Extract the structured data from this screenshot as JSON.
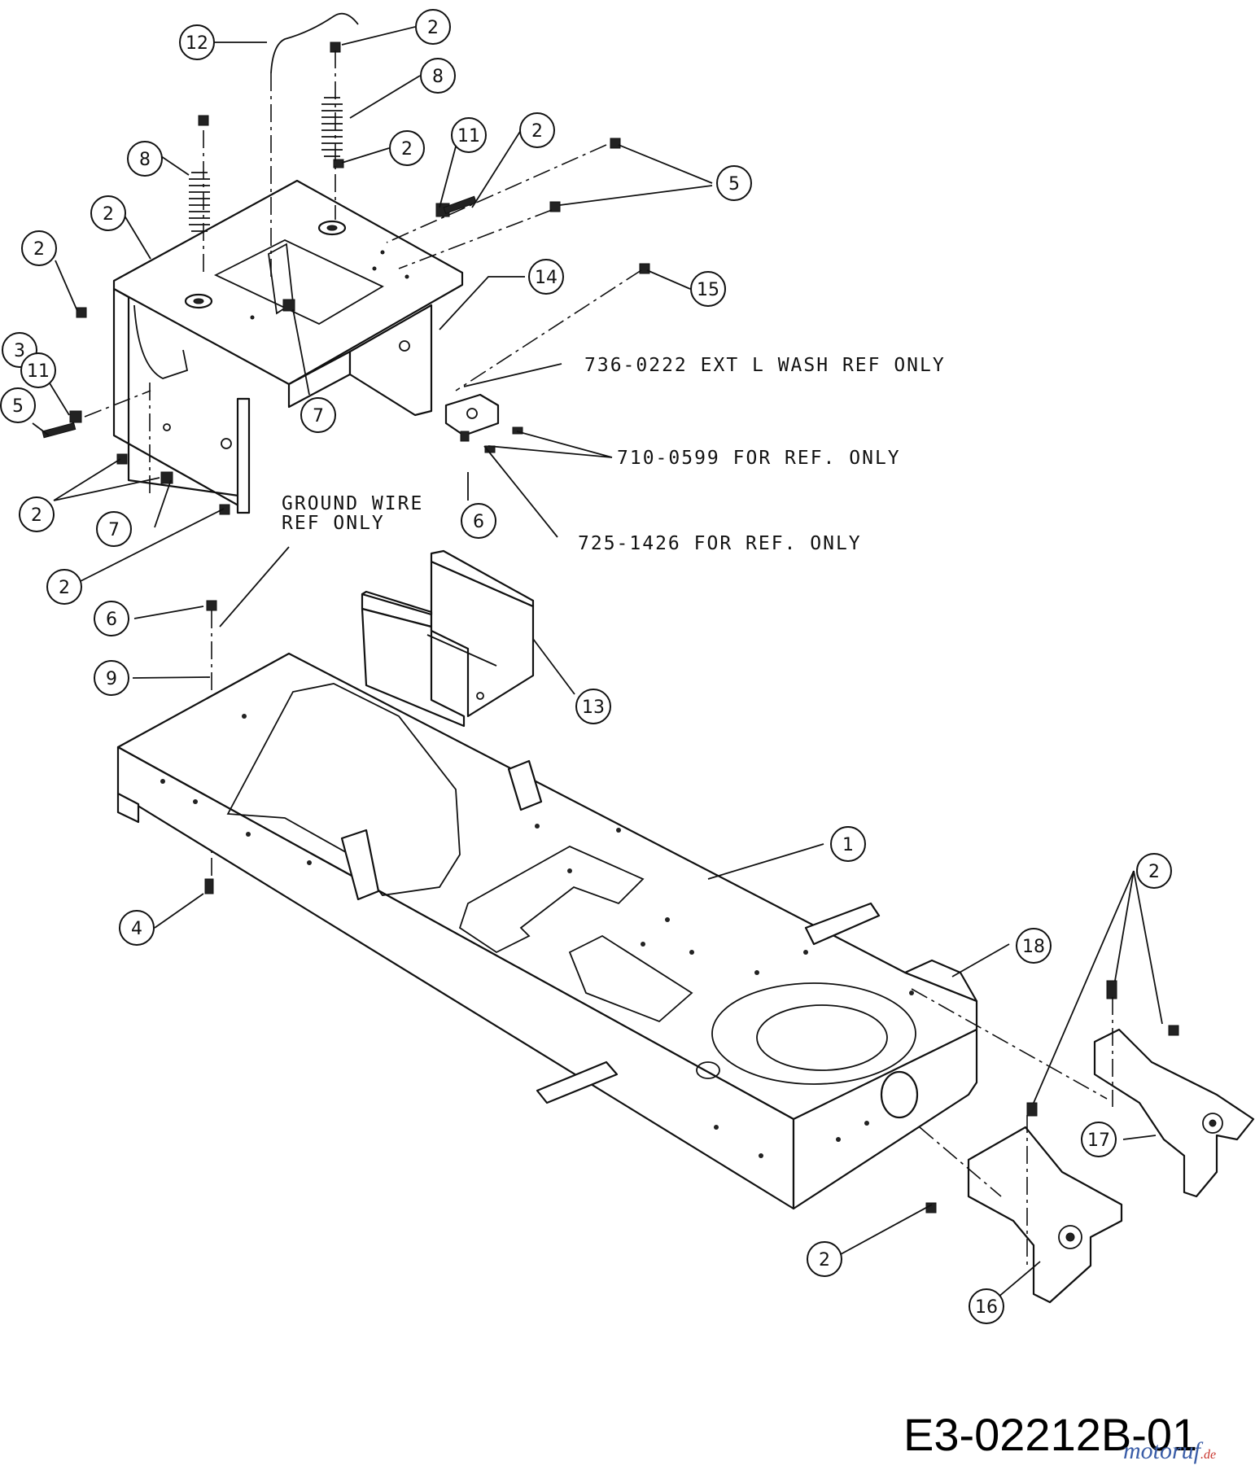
{
  "diagram_code": "E3-02212B-01",
  "watermark": {
    "brand": "motoruf",
    "suffix": ".de",
    "color_brand": "#3b5ea8",
    "color_accent": "#c8332b"
  },
  "notes": {
    "wash": "736-0222 EXT L WASH REF ONLY",
    "part_710": "710-0599    FOR REF. ONLY",
    "part_725": "725-1426  FOR REF. ONLY",
    "ground_line1": "GROUND WIRE",
    "ground_line2": "REF ONLY"
  },
  "callouts": [
    {
      "label": "12"
    },
    {
      "label": "2"
    },
    {
      "label": "8"
    },
    {
      "label": "2"
    },
    {
      "label": "8"
    },
    {
      "label": "2"
    },
    {
      "label": "11"
    },
    {
      "label": "5"
    },
    {
      "label": "2"
    },
    {
      "label": "14"
    },
    {
      "label": "2"
    },
    {
      "label": "15"
    },
    {
      "label": "3"
    },
    {
      "label": "11"
    },
    {
      "label": "5"
    },
    {
      "label": "7"
    },
    {
      "label": "2"
    },
    {
      "label": "7"
    },
    {
      "label": "6"
    },
    {
      "label": "2"
    },
    {
      "label": "6"
    },
    {
      "label": "9"
    },
    {
      "label": "13"
    },
    {
      "label": "1"
    },
    {
      "label": "4"
    },
    {
      "label": "2"
    },
    {
      "label": "18"
    },
    {
      "label": "17"
    },
    {
      "label": "2"
    },
    {
      "label": "16"
    }
  ]
}
